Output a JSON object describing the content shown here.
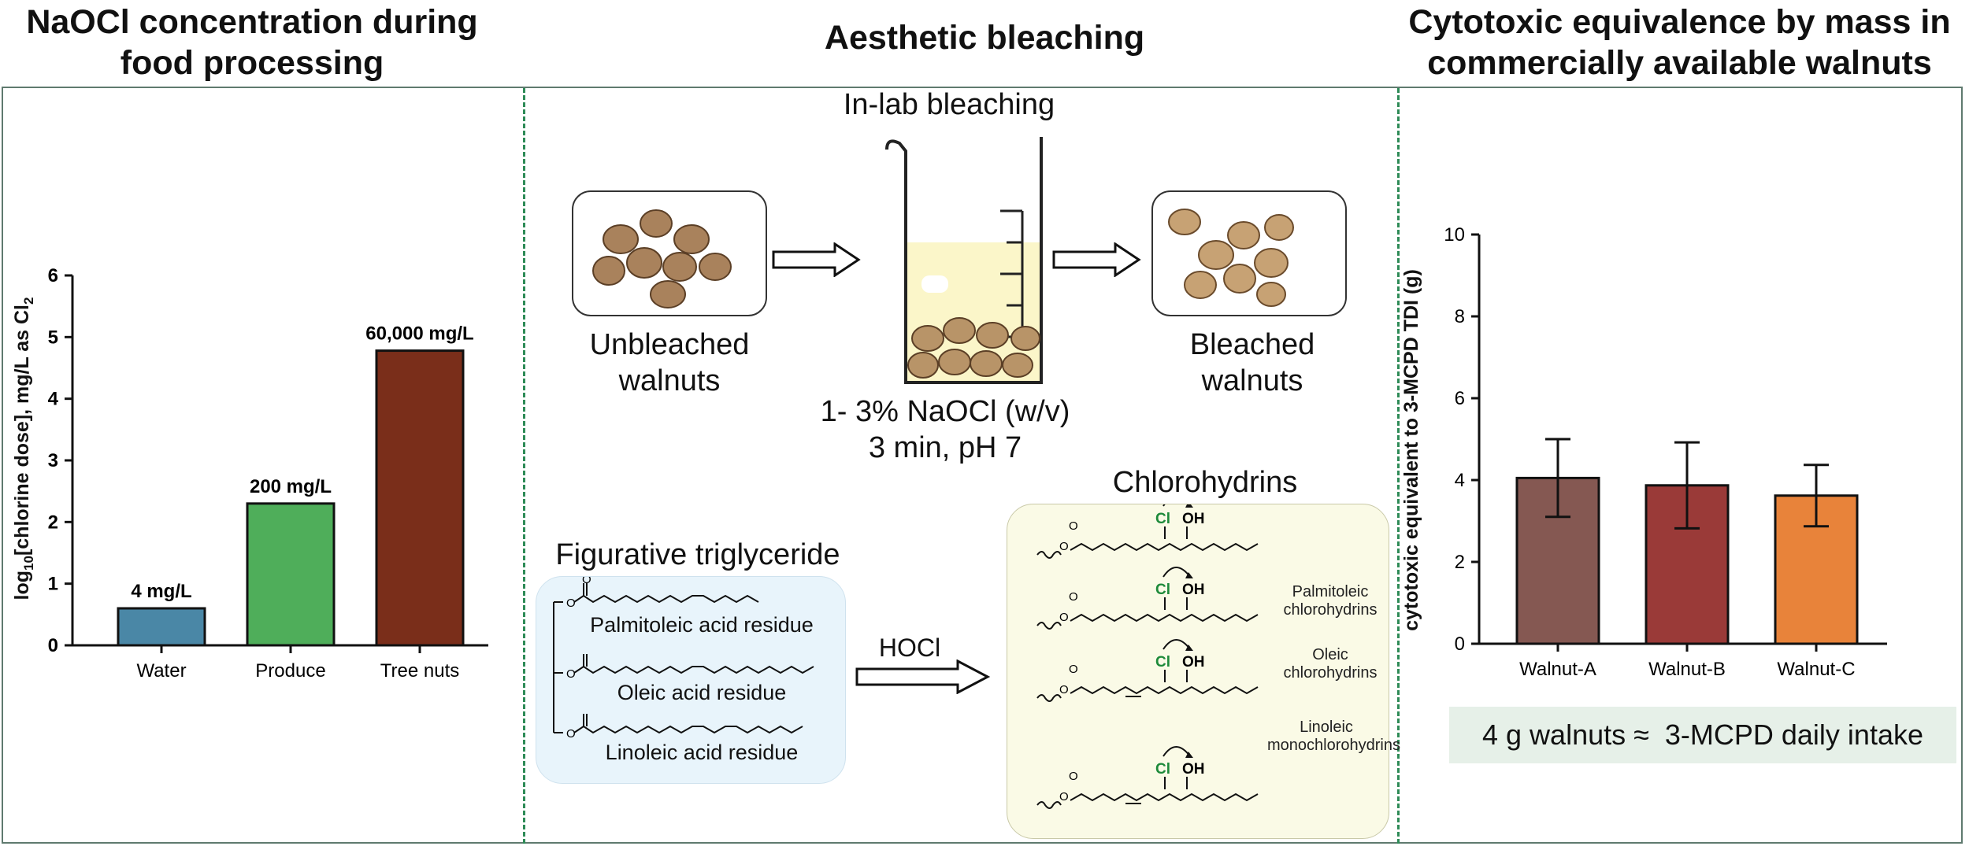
{
  "headings": {
    "left_line1": "NaOCl concentration during",
    "left_line2": "food processing",
    "center": "Aesthetic bleaching",
    "right_line1": "Cytotoxic equivalence by mass in",
    "right_line2": "commercially available walnuts"
  },
  "bleaching": {
    "title": "In-lab bleaching",
    "unbleached_line1": "Unbleached",
    "unbleached_line2": "walnuts",
    "bleached_line1": "Bleached",
    "bleached_line2": "walnuts",
    "condition_line1": "1- 3% NaOCl (w/v)",
    "condition_line2": "3 min, pH 7"
  },
  "chemistry": {
    "triglyceride_title": "Figurative triglyceride",
    "residues": [
      "Palmitoleic acid residue",
      "Oleic acid residue",
      "Linoleic acid residue"
    ],
    "reagent": "HOCl",
    "chlorohydrins_title": "Chlorohydrins",
    "products": [
      {
        "line1": "Palmitoleic",
        "line2": "chlorohydrins"
      },
      {
        "line1": "Oleic",
        "line2": "chlorohydrins"
      },
      {
        "line1": "Linoleic",
        "line2": "monochlorohydrins"
      },
      {
        "line1": "",
        "line2": ""
      }
    ],
    "atoms": {
      "cl": "Cl",
      "oh": "OH",
      "o": "O"
    }
  },
  "summary": "4 g walnuts ≈  3-MCPD daily intake",
  "colors": {
    "frame": "#5f7a6f",
    "divider": "#2e8b57",
    "triglyceride_box": "#e8f4fb",
    "chlorohydrin_box": "#fafae6",
    "summary_box": "#e6f0e8",
    "cl_green": "#1d8a3a"
  },
  "chart_data": [
    {
      "type": "bar",
      "categories": [
        "Water",
        "Produce",
        "Tree nuts"
      ],
      "values": [
        0.6,
        2.3,
        4.78
      ],
      "data_labels": [
        "4 mg/L",
        "200 mg/L",
        "60,000 mg/L"
      ],
      "colors": [
        "#4a87a6",
        "#4fae5a",
        "#7a2e1a"
      ],
      "ylabel": "log10[chlorine dose], mg/L as Cl2",
      "ylabel_parts": {
        "a": "log",
        "b": "10",
        "c": "[chlorine dose], mg/L as Cl",
        "d": "2"
      },
      "ylim": [
        0,
        6
      ],
      "yticks": [
        "0",
        "1",
        "2",
        "3",
        "4",
        "5",
        "6"
      ],
      "grid": false
    },
    {
      "type": "bar",
      "categories": [
        "Walnut-A",
        "Walnut-B",
        "Walnut-C"
      ],
      "values": [
        4.05,
        3.87,
        3.62
      ],
      "error": [
        0.95,
        1.05,
        0.75
      ],
      "colors": [
        "#855852",
        "#9a3a38",
        "#e8833a"
      ],
      "ylabel": "cytotoxic equivalent to 3-MCPD TDI (g)",
      "ylim": [
        0,
        10
      ],
      "yticks": [
        "0",
        "2",
        "4",
        "6",
        "8",
        "10"
      ],
      "grid": false
    }
  ]
}
